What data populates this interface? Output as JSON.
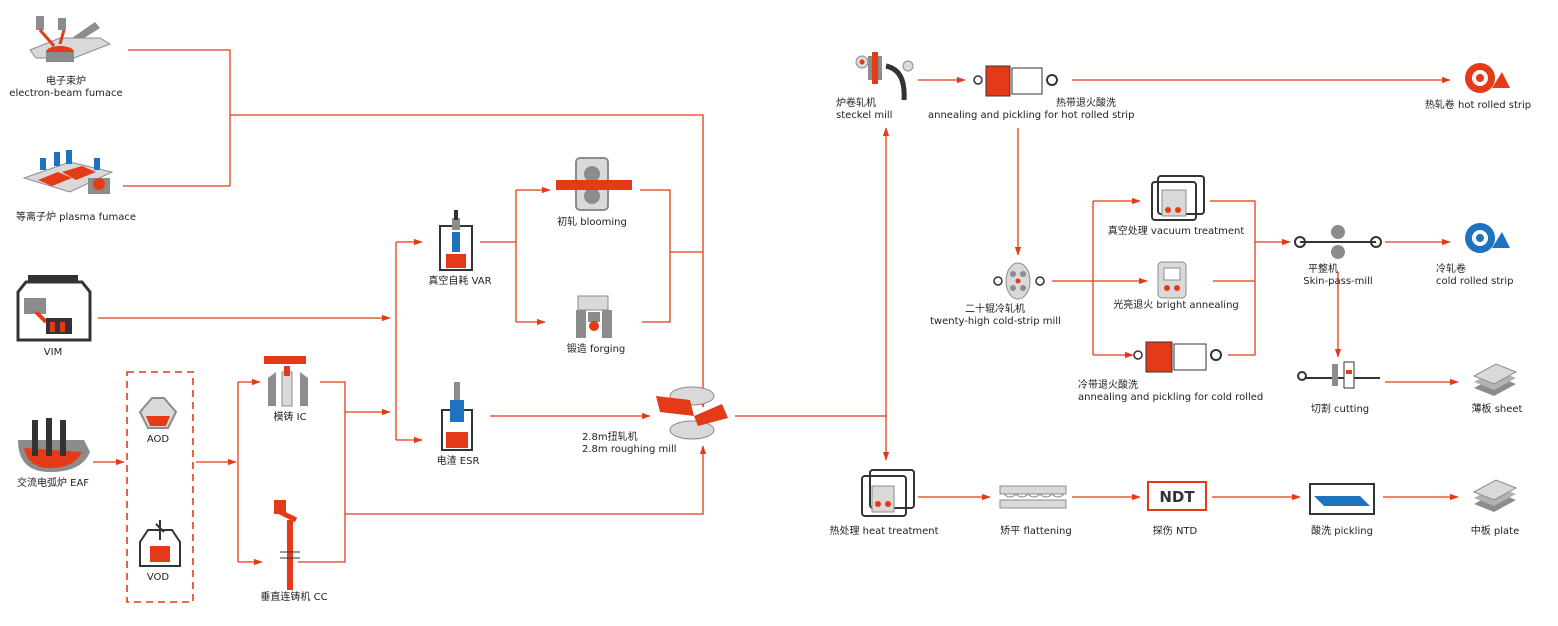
{
  "colors": {
    "flow_line": "#e53a17",
    "accent": "#e8401c",
    "equipment_gray": "#8c8c8c",
    "equipment_light": "#d9d9d9",
    "blue": "#1e73be",
    "dark": "#333333"
  },
  "nodes": {
    "ebf": {
      "zh": "电子束炉",
      "en": "electron-beam fumace"
    },
    "pf": {
      "text": "等离子炉 plasma fumace"
    },
    "vim": {
      "text": "VIM"
    },
    "eaf": {
      "text": "交流电弧炉 EAF"
    },
    "aod": {
      "text": "AOD"
    },
    "vod": {
      "text": "VOD"
    },
    "ic": {
      "text": "模铸 IC"
    },
    "cc": {
      "text": "垂直连铸机 CC"
    },
    "var": {
      "text": "真空自耗 VAR"
    },
    "esr": {
      "text": "电渣 ESR"
    },
    "blooming": {
      "text": "初轧 blooming"
    },
    "forging": {
      "text": "锻造 forging"
    },
    "rough": {
      "zh": "2.8m扭轧机",
      "en": "2.8m roughing mill"
    },
    "steckel": {
      "zh": "炉卷轧机",
      "en": "steckel mill"
    },
    "apHot": {
      "zh": "热带退火酸洗",
      "en": "annealing and pickling for hot rolled strip"
    },
    "hotStrip": {
      "text": "热轧卷 hot rolled strip"
    },
    "twenty": {
      "zh": "二十辊冷轧机",
      "en": "twenty-high cold-strip mill"
    },
    "vacuum": {
      "text": "真空处理 vacuum treatment"
    },
    "bright": {
      "text": "光亮退火 bright annealing"
    },
    "apCold": {
      "zh": "冷带退火酸洗",
      "en": "annealing and pickling for cold rolled"
    },
    "skin": {
      "zh": "平整机",
      "en": "Skin-pass-mill"
    },
    "coldStrip": {
      "zh": "冷轧卷",
      "en": "cold rolled strip"
    },
    "cutting": {
      "text": "切割 cutting"
    },
    "sheet": {
      "text": "薄板 sheet"
    },
    "heat": {
      "text": "热处理 heat treatment"
    },
    "flat": {
      "text": "矫平 flattening"
    },
    "ndt": {
      "text": "探伤 NTD",
      "badge": "NDT"
    },
    "pickling": {
      "text": "酸洗 pickling"
    },
    "plate": {
      "text": "中板 plate"
    }
  }
}
